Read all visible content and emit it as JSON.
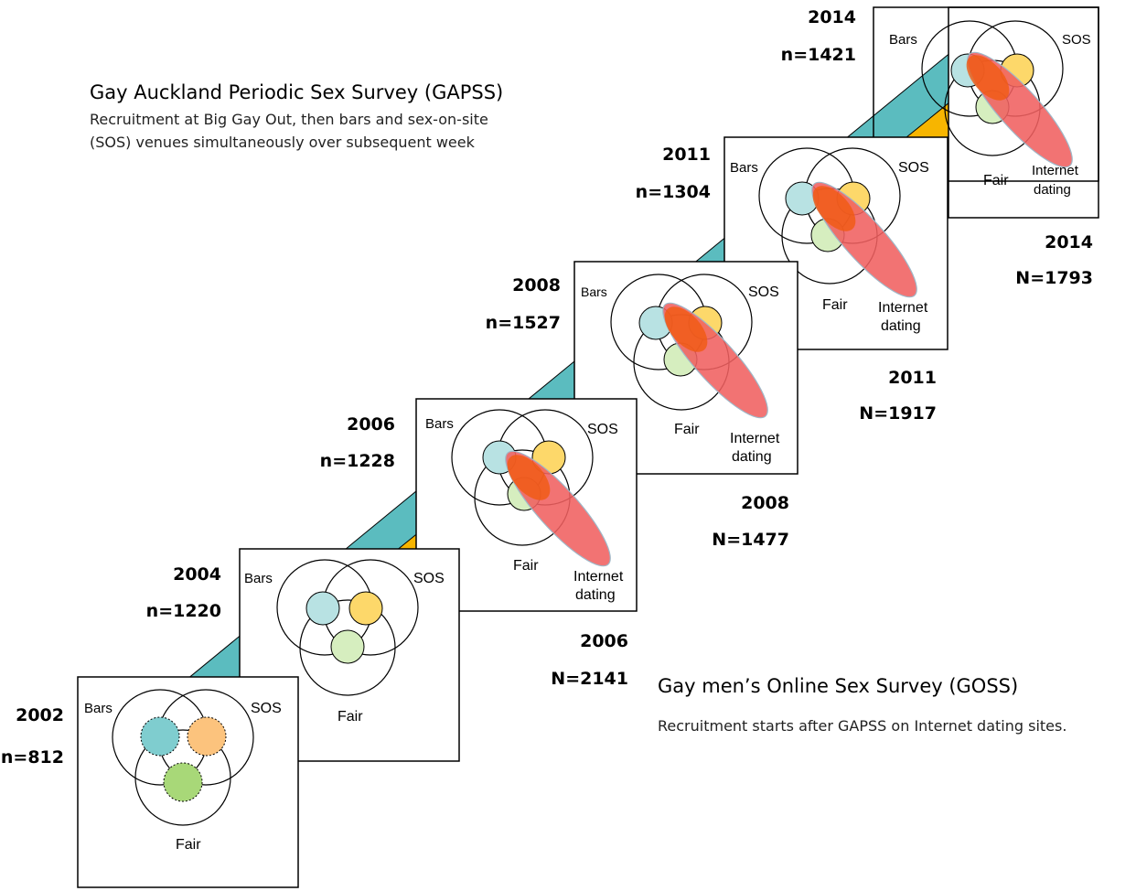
{
  "gapss": {
    "title": "Gay Auckland Periodic Sex Survey (GAPSS)",
    "desc_line1": "Recruitment at Big Gay Out, then bars and sex-on-site",
    "desc_line2": "(SOS) venues simultaneously over subsequent week"
  },
  "goss": {
    "title": "Gay men’s Online Sex Survey (GOSS)",
    "desc": "Recruitment starts after GAPSS on Internet dating sites."
  },
  "venue_labels": {
    "bars": "Bars",
    "sos": "SOS",
    "fair": "Fair",
    "internet_line1": "Internet",
    "internet_line2": "dating"
  },
  "colors": {
    "bars": "#5bbcbf",
    "sos": "#f7b500",
    "fair": "#a8d878",
    "internet": "#f06060",
    "internet_overlap": "#f05a10",
    "frame": "#000000"
  },
  "gapss_waves": [
    {
      "year": "2002",
      "n": "n=812"
    },
    {
      "year": "2004",
      "n": "n=1220"
    },
    {
      "year": "2006",
      "n": "n=1228"
    },
    {
      "year": "2008",
      "n": "n=1527"
    },
    {
      "year": "2011",
      "n": "n=1304"
    },
    {
      "year": "2014",
      "n": "n=1421"
    }
  ],
  "goss_waves": [
    {
      "year": "2006",
      "n": "N=2141"
    },
    {
      "year": "2008",
      "n": "N=1477"
    },
    {
      "year": "2011",
      "n": "N=1917"
    },
    {
      "year": "2014",
      "n": "N=1793"
    }
  ]
}
